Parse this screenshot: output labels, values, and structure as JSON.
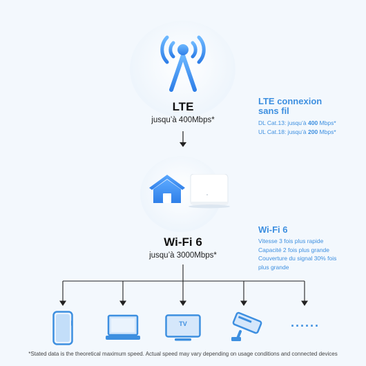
{
  "lte": {
    "title": "LTE",
    "speed": "jusqu’à 400Mbps*",
    "side_title_line1": "LTE connexion",
    "side_title_line2": "sans fil",
    "dl_prefix": "DL Cat.13: jusqu’à ",
    "dl_value": "400",
    "dl_unit": " Mbps*",
    "ul_prefix": "UL Cat.18: jusqu’à ",
    "ul_value": "200",
    "ul_unit": " Mbps*"
  },
  "wifi": {
    "title": "Wi-Fi 6",
    "speed": "jusqu’à 3000Mbps*",
    "side_title": "Wi-Fi 6",
    "features": [
      "Vitesse 3 fois plus rapide",
      "Capacité 2 fois plus grande",
      "Couverture du signal 30% fois",
      "plus grande"
    ]
  },
  "devices": {
    "tv_label": "TV",
    "more_label": "······"
  },
  "footnote": "*Stated data is the theoretical maximum speed. Actual speed may vary depending on usage conditions and connected devices",
  "colors": {
    "accent": "#3d8fe0",
    "background": "#f3f8fd"
  }
}
